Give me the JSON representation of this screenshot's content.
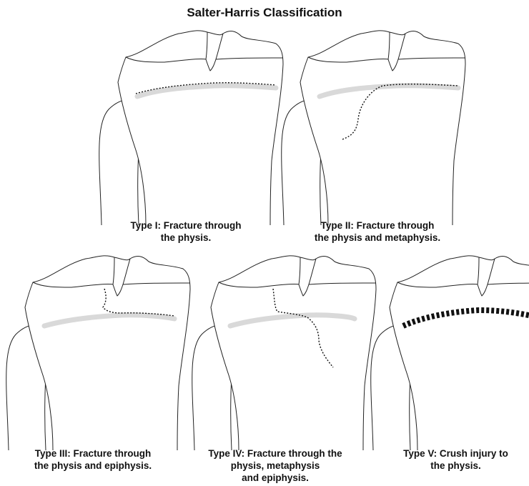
{
  "title": "Salter-Harris Classification",
  "panels": [
    {
      "type": "I",
      "caption_lines": [
        "Type I: Fracture through",
        "the physis."
      ]
    },
    {
      "type": "II",
      "caption_lines": [
        "Type II: Fracture through",
        "the physis and metaphysis."
      ]
    },
    {
      "type": "III",
      "caption_lines": [
        "Type III: Fracture through",
        "the physis and epiphysis."
      ]
    },
    {
      "type": "IV",
      "caption_lines": [
        "Type IV: Fracture through the",
        "physis, metaphysis",
        "and epiphysis."
      ]
    },
    {
      "type": "V",
      "caption_lines": [
        "Type V: Crush injury to",
        "the physis."
      ]
    }
  ]
}
